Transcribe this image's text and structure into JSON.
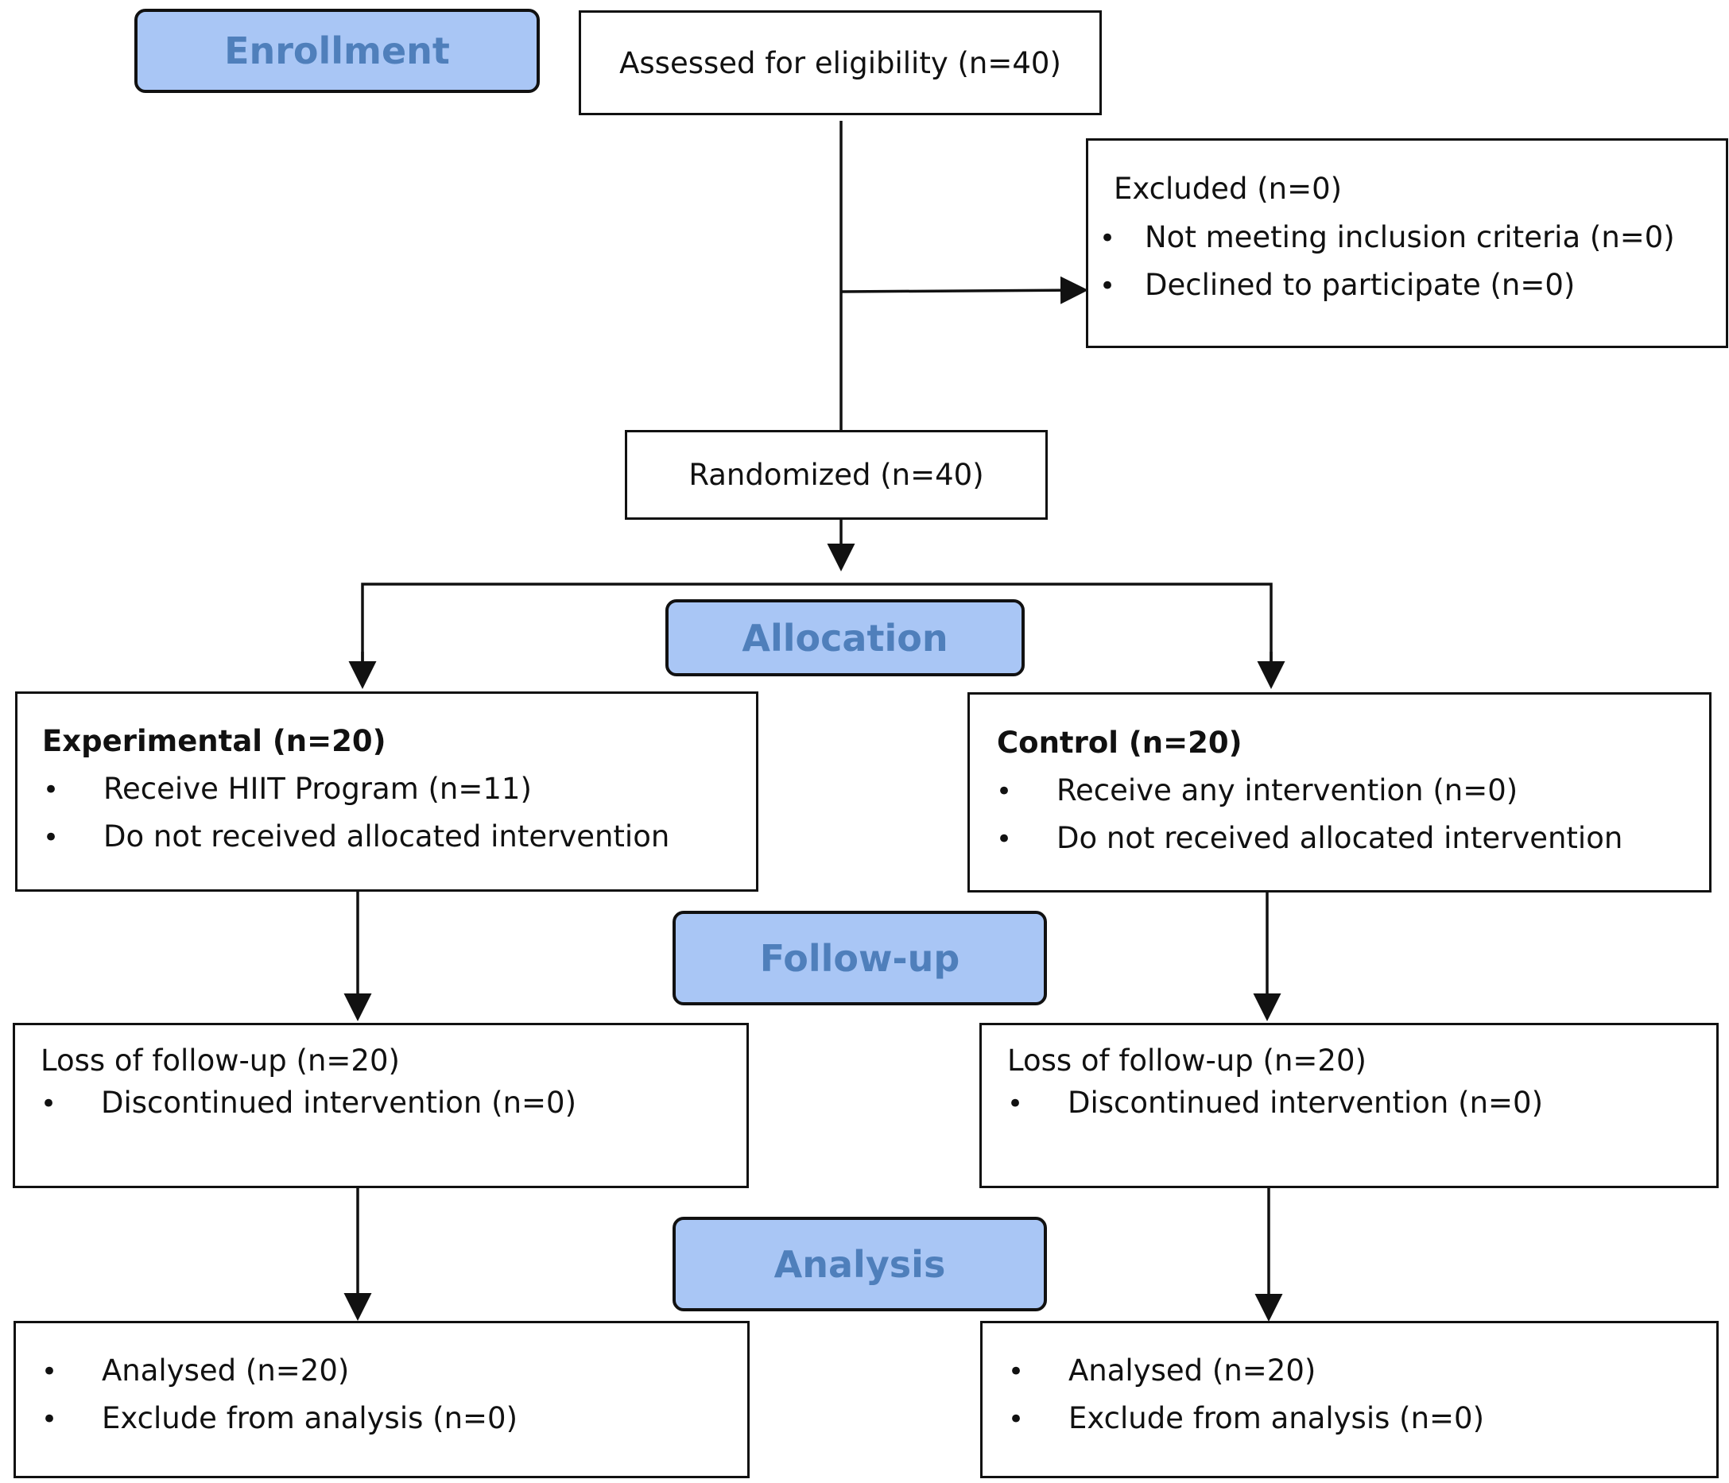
{
  "stages": {
    "enrollment": "Enrollment",
    "allocation": "Allocation",
    "follow_up": "Follow-up",
    "analysis": "Analysis"
  },
  "assessed": "Assessed for eligibility (n=40)",
  "excluded": {
    "title": "Excluded (n=0)",
    "items": [
      "Not meeting inclusion criteria (n=0)",
      "Declined to participate (n=0)"
    ]
  },
  "randomized": "Randomized (n=40)",
  "experimental": {
    "title": "Experimental (n=20)",
    "items": [
      "Receive HIIT Program (n=11)",
      "Do not received allocated intervention"
    ],
    "followup_title": "Loss of follow-up (n=20)",
    "followup_items": [
      "Discontinued intervention (n=0)"
    ],
    "analysis_items": [
      "Analysed (n=20)",
      "Exclude from analysis (n=0)"
    ]
  },
  "control": {
    "title": "Control (n=20)",
    "items": [
      "Receive any intervention (n=0)",
      "Do not received allocated intervention"
    ],
    "followup_title": "Loss of follow-up (n=20)",
    "followup_items": [
      "Discontinued intervention (n=0)"
    ],
    "analysis_items": [
      "Analysed (n=20)",
      "Exclude from analysis (n=0)"
    ]
  },
  "bullet_glyph": "•"
}
